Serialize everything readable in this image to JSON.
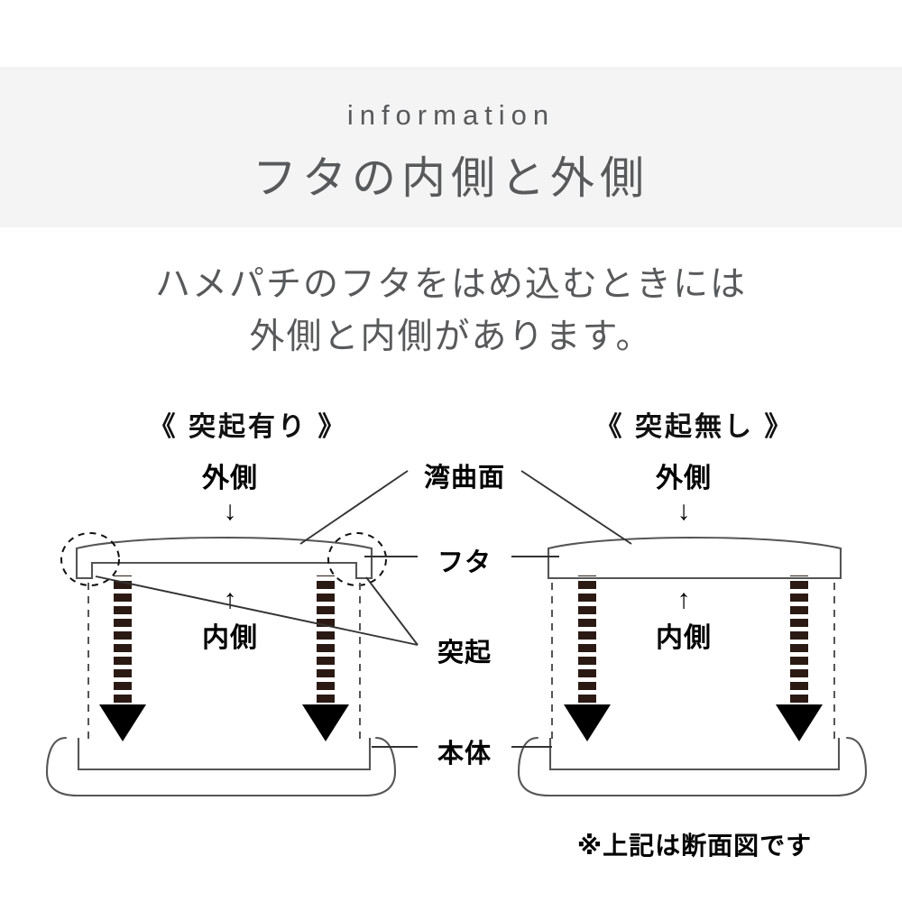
{
  "header": {
    "eyebrow": "information",
    "title": "フタの内側と外側",
    "band_color": "#f4f4f4",
    "text_color": "#58595b"
  },
  "subtitle": {
    "line1": "ハメパチのフタをはめ込むときには",
    "line2": "外側と内側があります。"
  },
  "sections": [
    {
      "id": "with-protrusion",
      "heading": "《 突起有り 》",
      "outer_label": "外側",
      "outer_arrow": "↓",
      "inner_label": "内側",
      "inner_arrow": "↑"
    },
    {
      "id": "without-protrusion",
      "heading": "《 突起無し 》",
      "outer_label": "外側",
      "outer_arrow": "↓",
      "inner_label": "内側",
      "inner_arrow": "↑"
    }
  ],
  "callouts": {
    "curved_surface": "湾曲面",
    "lid": "フタ",
    "protrusion": "突起",
    "body": "本体"
  },
  "footnote": "※上記は断面図です",
  "colors": {
    "line": "#555555",
    "ink": "#000000",
    "hatch": "#2b1a14",
    "page_background": "#ffffff"
  }
}
